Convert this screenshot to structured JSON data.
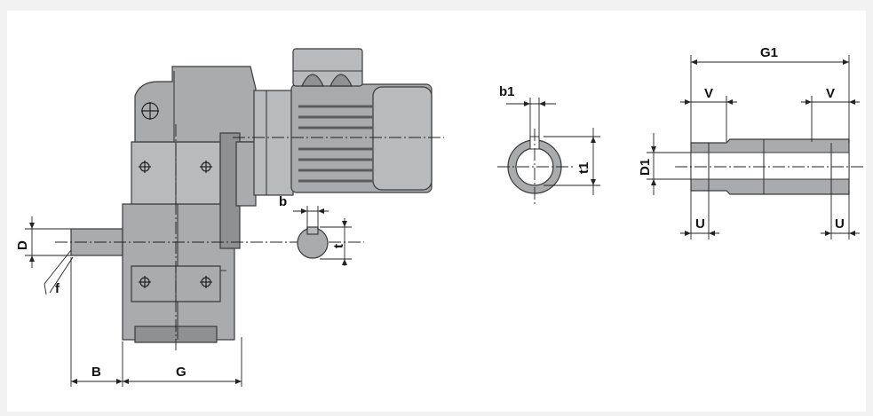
{
  "labels": {
    "D": "D",
    "f": "f",
    "B": "B",
    "G": "G",
    "b": "b",
    "t": "t",
    "b1": "b1",
    "t1": "t1",
    "G1": "G1",
    "V_left": "V",
    "V_right": "V",
    "D1": "D1",
    "U_left": "U",
    "U_right": "U"
  },
  "colors": {
    "background": "#f2f2f2",
    "panel": "#ffffff",
    "body": "#a9abad",
    "line": "#222222"
  }
}
